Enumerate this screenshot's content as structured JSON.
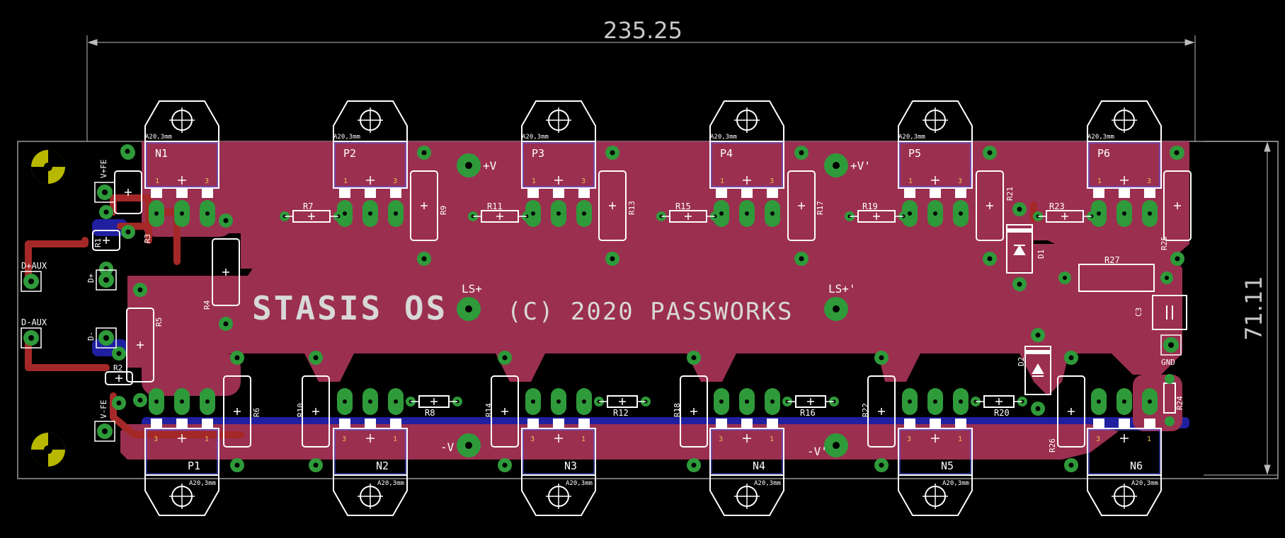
{
  "colors": {
    "background": "#000000",
    "top_copper": "#9b2f50",
    "bottom_copper": "#1f1fa0",
    "trace_red": "#a52828",
    "pad": "#2f9a3a",
    "silkscreen": "#ffffff",
    "drill_marker": "#b8b800"
  },
  "dimensions": {
    "width_label": "235.25",
    "height_label": "71.11"
  },
  "silkscreen_text": {
    "title": "STASIS OS",
    "copyright": "(C) 2020 PASSWORKS"
  },
  "connectors": {
    "ls_plus": "LS+",
    "ls_plus_right": "LS+'",
    "plus_v": "+V",
    "plus_v_right": "+V'",
    "minus_v": "-V",
    "minus_v_right": "-V'",
    "d_plus_aux": "D+AUX",
    "d_minus_aux": "D-AUX",
    "d_plus": "D+",
    "d_minus": "D-",
    "v_plus_fe": "V+FE",
    "v_minus_fe": "V-FE",
    "gnd": "GND"
  },
  "transistors_top": [
    {
      "name": "N1",
      "heatsink": "A20,3mm"
    },
    {
      "name": "P2",
      "heatsink": "A20,3mm"
    },
    {
      "name": "P3",
      "heatsink": "A20,3mm"
    },
    {
      "name": "P4",
      "heatsink": "A20,3mm"
    },
    {
      "name": "P5",
      "heatsink": "A20,3mm"
    },
    {
      "name": "P6",
      "heatsink": "A20,3mm"
    }
  ],
  "transistors_bottom": [
    {
      "name": "P1",
      "heatsink": "A20,3mm"
    },
    {
      "name": "N2",
      "heatsink": "A20,3mm"
    },
    {
      "name": "N3",
      "heatsink": "A20,3mm"
    },
    {
      "name": "N4",
      "heatsink": "A20,3mm"
    },
    {
      "name": "N5",
      "heatsink": "A20,3mm"
    },
    {
      "name": "N6",
      "heatsink": "A20,3mm"
    }
  ],
  "pin_numbers": {
    "one": "1",
    "three": "3"
  },
  "resistors": {
    "r1": "R1",
    "r2": "R2",
    "r3": "R3",
    "r4": "R4",
    "r5": "R5",
    "r6": "R6",
    "r7": "R7",
    "r8": "R8",
    "r9": "R9",
    "r10": "R10",
    "r11": "R11",
    "r12": "R12",
    "r13": "R13",
    "r14": "R14",
    "r15": "R15",
    "r16": "R16",
    "r17": "R17",
    "r18": "R18",
    "r19": "R19",
    "r20": "R20",
    "r21": "R21",
    "r22": "R22",
    "r23": "R23",
    "r24": "R24",
    "r25": "R25",
    "r26": "R26",
    "r27": "R27"
  },
  "diodes": {
    "d1": "D1",
    "d2": "D2"
  },
  "capacitors": {
    "c3": "C3"
  }
}
